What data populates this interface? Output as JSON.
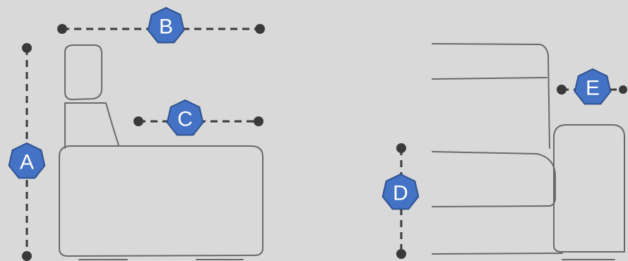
{
  "colors": {
    "background": "#d9d9d9",
    "dimension_line": "#3a3a3a",
    "furniture_outline": "#6a6a6a",
    "badge_fill": "#4472c4",
    "badge_stroke": "#2f528f",
    "badge_text": "#ffffff"
  },
  "labels": {
    "a": "A",
    "b": "B",
    "c": "C",
    "d": "D",
    "e": "E"
  }
}
